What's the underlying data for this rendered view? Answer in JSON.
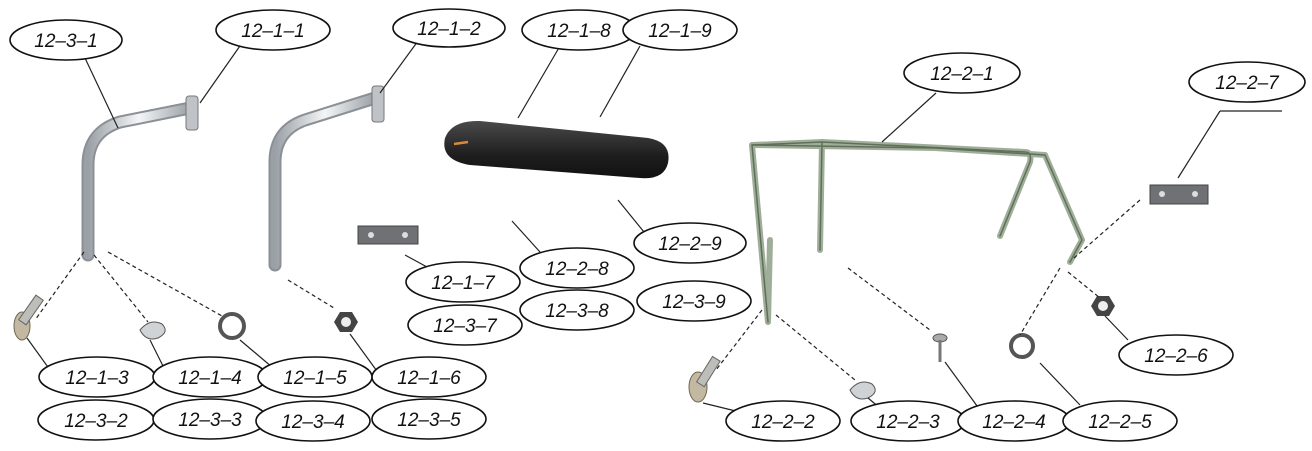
{
  "labels": {
    "l_12_3_1": "12–3–1",
    "l_12_1_1": "12–1–1",
    "l_12_1_2": "12–1–2",
    "l_12_1_8": "12–1–8",
    "l_12_1_9": "12–1–9",
    "l_12_2_1": "12–2–1",
    "l_12_2_7": "12–2–7",
    "l_12_2_9": "12–2–9",
    "l_12_2_8": "12–2–8",
    "l_12_1_7": "12–1–7",
    "l_12_3_7": "12–3–7",
    "l_12_3_8": "12–3–8",
    "l_12_3_9": "12–3–9",
    "l_12_2_6": "12–2–6",
    "l_12_1_3": "12–1–3",
    "l_12_1_4": "12–1–4",
    "l_12_1_5": "12–1–5",
    "l_12_1_6": "12–1–6",
    "l_12_3_2": "12–3–2",
    "l_12_3_3": "12–3–3",
    "l_12_3_4": "12–3–4",
    "l_12_3_5": "12–3–5",
    "l_12_2_2": "12–2–2",
    "l_12_2_3": "12–2–3",
    "l_12_2_4": "12–2–4",
    "l_12_2_5": "12–2–5"
  },
  "colors": {
    "tube": "#c9ccd0",
    "frame": "#8fa08a",
    "armrest": "#2b2b2b",
    "leader": "#222222"
  }
}
